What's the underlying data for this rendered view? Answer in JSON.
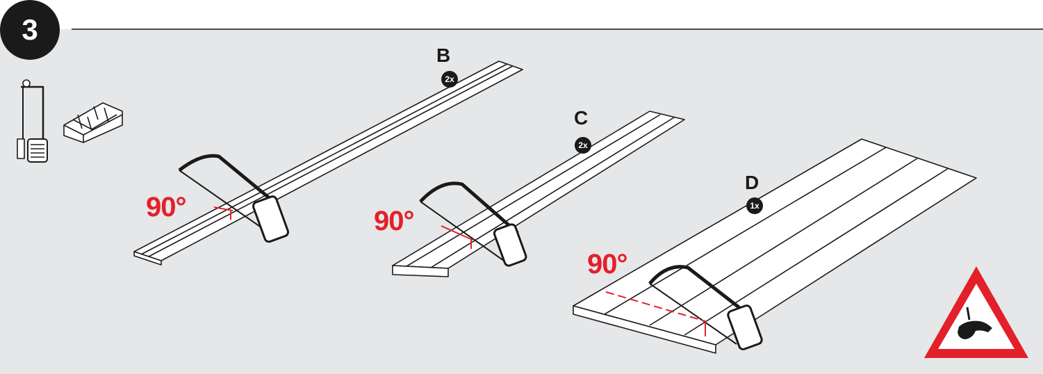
{
  "step": {
    "number": "3"
  },
  "parts": [
    {
      "letter": "B",
      "quantity": "2x",
      "angle": "90°"
    },
    {
      "letter": "C",
      "quantity": "2x",
      "angle": "90°"
    },
    {
      "letter": "D",
      "quantity": "1x",
      "angle": "90°"
    }
  ],
  "tools": {
    "left_icon": "hacksaw-icon",
    "right_icon": "miter-box-icon"
  },
  "warning": {
    "icon": "hand-injury-warning-icon"
  },
  "colors": {
    "panel": "#e6e7e8",
    "ink": "#1a1a1a",
    "cut_angle": "#e3202a",
    "warning_red": "#e3202a"
  }
}
